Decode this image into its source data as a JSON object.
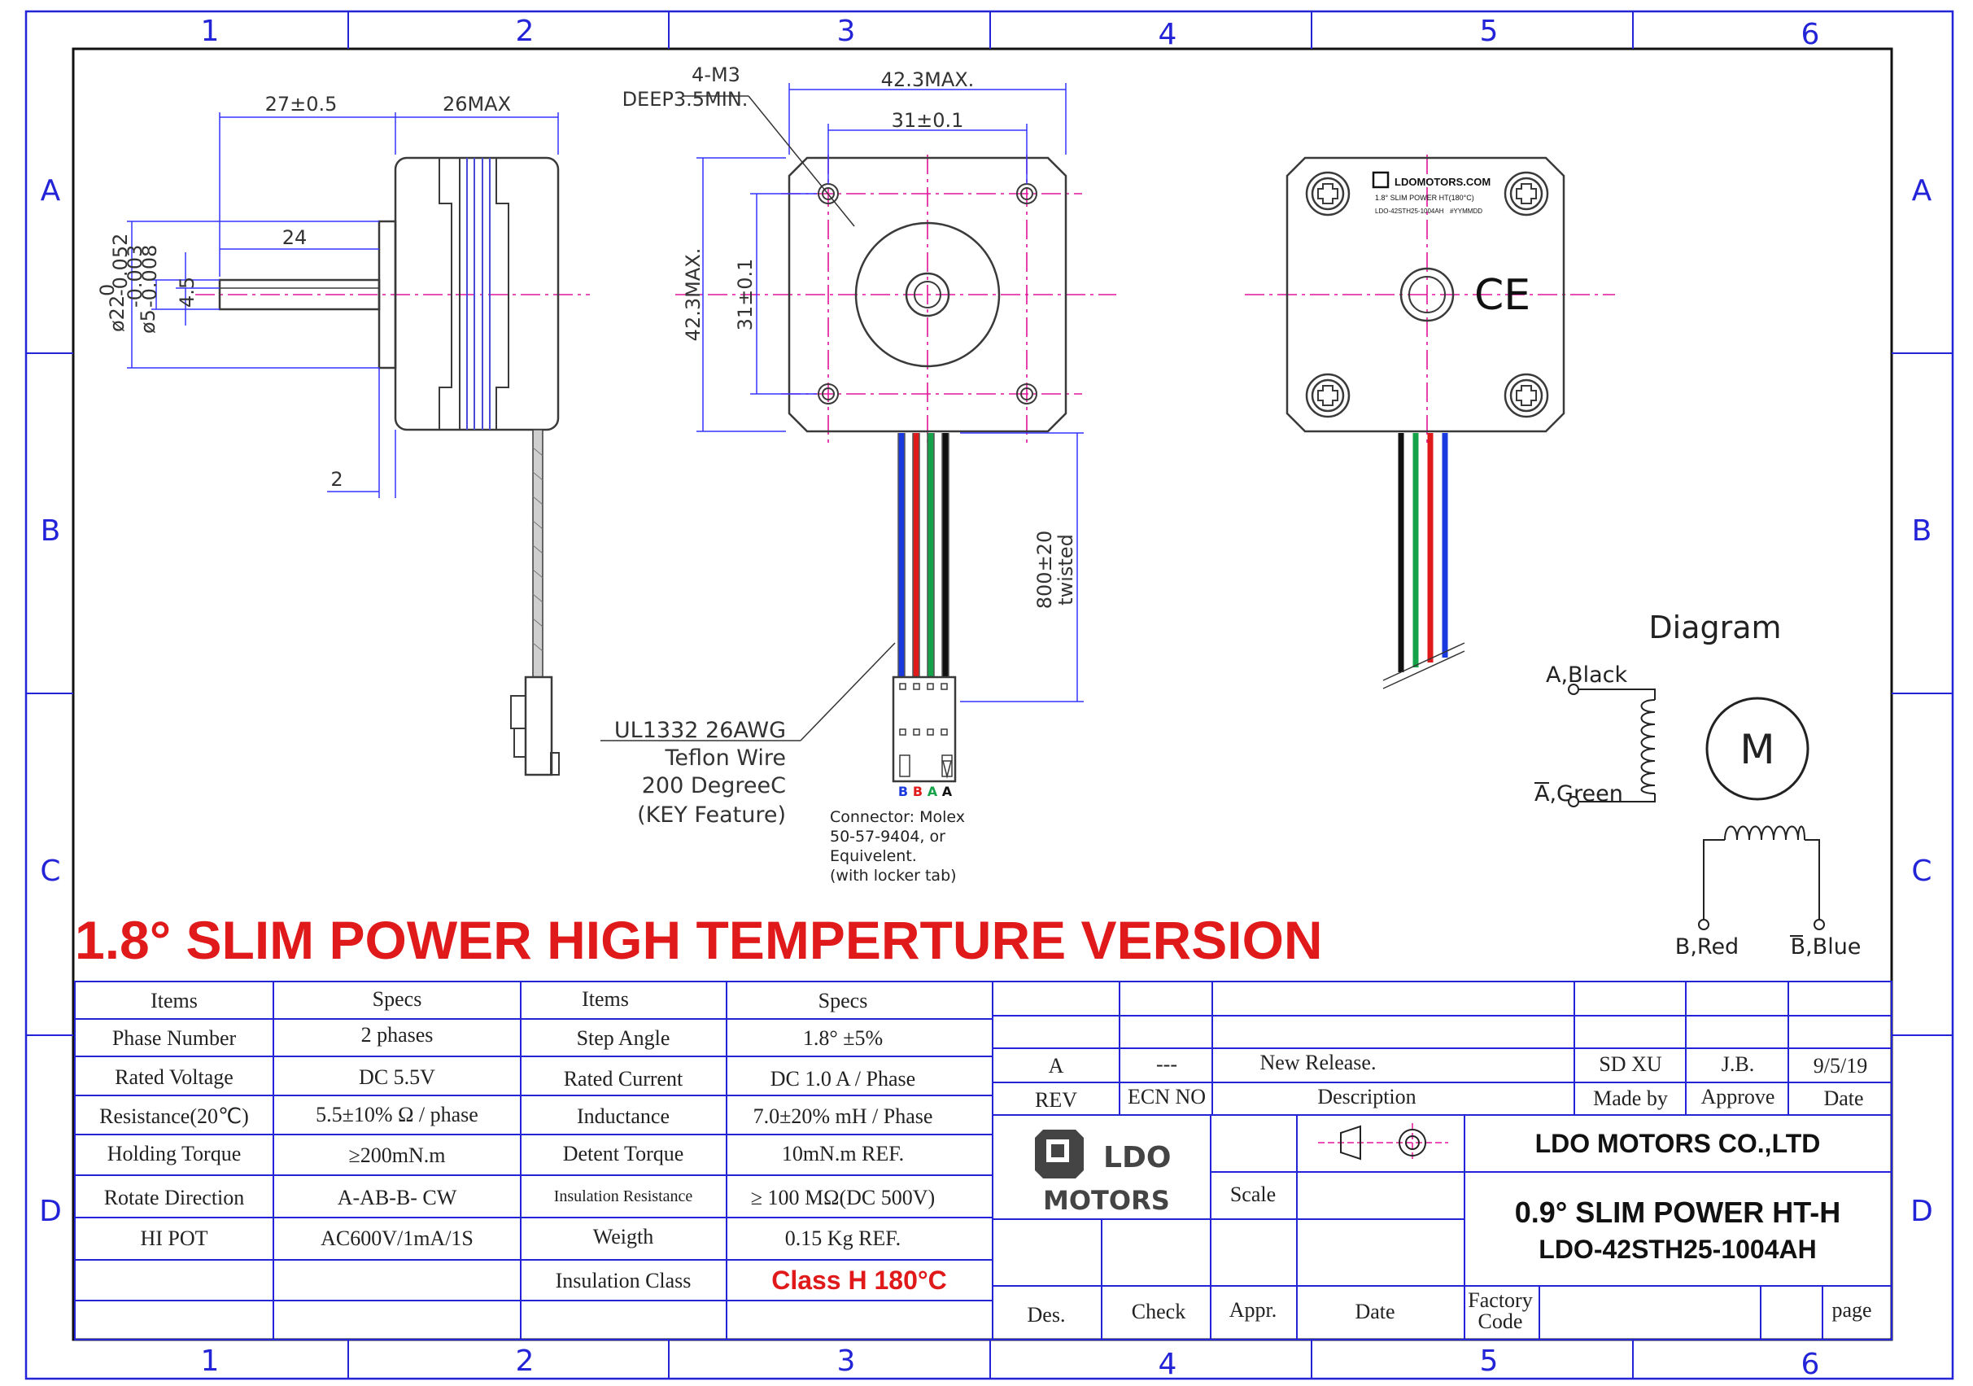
{
  "border": {
    "columns": [
      "1",
      "2",
      "3",
      "4",
      "5",
      "6"
    ],
    "rows": [
      "A",
      "B",
      "C",
      "D"
    ]
  },
  "side_view": {
    "dim_shaft_len": "27±0.5",
    "dim_body_len": "26MAX",
    "dim_flat_len": "24",
    "dim_boss_dia_main": "ø22",
    "dim_boss_dia_tol_hi": "0",
    "dim_boss_dia_tol_lo": "-0.052",
    "dim_shaft_dia_main": "ø5",
    "dim_shaft_dia_tol_hi": "-0.003",
    "dim_shaft_dia_tol_lo": "-0.008",
    "dim_flat_depth": "4.5",
    "dim_boss_height": "2"
  },
  "front_view": {
    "holes_label_1": "4-M3",
    "holes_label_2": "DEEP3.5MIN.",
    "dim_width": "42.3MAX.",
    "dim_hole_pitch_h": "31±0.1",
    "dim_height": "42.3MAX.",
    "dim_hole_pitch_v": "31±0.1",
    "dim_lead_len": "800±20",
    "dim_lead_note": "twisted",
    "wire_label_1": "UL1332  26AWG",
    "wire_label_2": "Teflon  Wire",
    "wire_label_3": "200  DegreeC",
    "wire_label_4": "(KEY  Feature)",
    "pin_labels": [
      "B",
      "B",
      "A",
      "A"
    ],
    "pin_colors": [
      "#1a3adf",
      "#e01a1a",
      "#15a34a",
      "#111111"
    ],
    "connector_note_1": "Connector:  Molex",
    "connector_note_2": "50-57-9404,  or",
    "connector_note_3": "Equivelent.",
    "connector_note_4": "(with  locker  tab)"
  },
  "rear_view": {
    "brand": "LDOMOTORS.COM",
    "line1": "1.8° SLIM POWER HT(180°C)",
    "line2": "LDO-42STH25-1004AH",
    "line3": "#YYMMDD",
    "ce_mark": "CE"
  },
  "diagram": {
    "title": "Diagram",
    "a_black": "A,Black",
    "a_green": "A,Green",
    "motor": "M",
    "b_red": "B,Red",
    "b_blue": "B,Blue"
  },
  "headline": "1.8° SLIM POWER HIGH TEMPERTURE VERSION",
  "specs": {
    "header": [
      "Items",
      "Specs",
      "Items",
      "Specs"
    ],
    "rows": [
      [
        "Phase Number",
        "2 phases",
        "Step Angle",
        "1.8°  ±5%"
      ],
      [
        "Rated Voltage",
        "DC 5.5V",
        "Rated Current",
        "DC 1.0 A / Phase"
      ],
      [
        "Resistance(20℃)",
        "5.5±10%  Ω / phase",
        "Inductance",
        "7.0±20% mH / Phase"
      ],
      [
        "Holding Torque",
        "≥200mN.m",
        "Detent Torque",
        "10mN.m REF."
      ],
      [
        "Rotate Direction",
        "A-AB-B- CW",
        "Insulation Resistance",
        "≥ 100 MΩ(DC 500V)"
      ],
      [
        "HI POT",
        "AC600V/1mA/1S",
        "Weigth",
        "0.15 Kg  REF."
      ],
      [
        "",
        "",
        "Insulation Class",
        "Class H 180°C"
      ]
    ]
  },
  "revision": {
    "rev": "A",
    "ecn": "---",
    "description": "New Release.",
    "made_by": "SD XU",
    "approve": "J.B.",
    "date": "9/5/19",
    "h_rev": "REV",
    "h_ecn": "ECN NO",
    "h_desc": "Description",
    "h_made": "Made by",
    "h_approve": "Approve",
    "h_date": "Date"
  },
  "title_block": {
    "logo_line1": "LDO",
    "logo_line2": "MOTORS",
    "scale": "Scale",
    "company": "LDO MOTORS CO.,LTD",
    "product": "0.9° SLIM POWER HT-H",
    "part_no": "LDO-42STH25-1004AH",
    "des": "Des.",
    "check": "Check",
    "appr": "Appr.",
    "date": "Date",
    "factory_1": "Factory",
    "factory_2": "Code",
    "page": "page"
  },
  "colors": {
    "frame": "#2323d8",
    "headline": "#e01a1a",
    "centerline": "#e0149a",
    "dimension": "#3535ff"
  }
}
